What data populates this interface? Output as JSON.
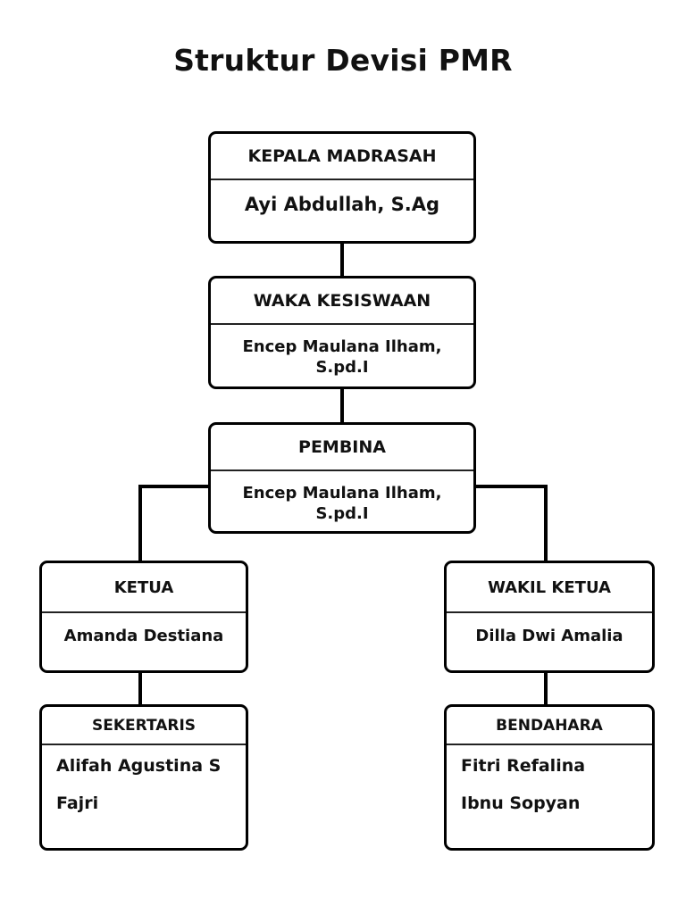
{
  "page": {
    "title": "Struktur Devisi PMR",
    "background_color": "#ffffff",
    "line_color": "#000000",
    "text_color": "#111111"
  },
  "chart_data": {
    "type": "diagram",
    "diagram_type": "organization-chart",
    "title": "Struktur Devisi PMR",
    "nodes": [
      {
        "id": "kepala-madrasah",
        "role": "KEPALA MADRASAH",
        "names": [
          "Ayi Abdullah, S.Ag"
        ],
        "level": 1
      },
      {
        "id": "waka-kesiswaan",
        "role": "WAKA KESISWAAN",
        "names": [
          "Encep Maulana Ilham, S.pd.I"
        ],
        "level": 2
      },
      {
        "id": "pembina",
        "role": "PEMBINA",
        "names": [
          "Encep Maulana Ilham, S.pd.I"
        ],
        "level": 3
      },
      {
        "id": "ketua",
        "role": "KETUA",
        "names": [
          "Amanda Destiana"
        ],
        "level": 4
      },
      {
        "id": "wakil-ketua",
        "role": "WAKIL KETUA",
        "names": [
          "Dilla Dwi Amalia"
        ],
        "level": 4
      },
      {
        "id": "sekertaris",
        "role": "SEKERTARIS",
        "names": [
          "Alifah Agustina S",
          "Fajri"
        ],
        "level": 5
      },
      {
        "id": "bendahara",
        "role": "BENDAHARA",
        "names": [
          "Fitri Refalina",
          "Ibnu Sopyan"
        ],
        "level": 5
      }
    ],
    "edges": [
      {
        "from": "kepala-madrasah",
        "to": "waka-kesiswaan"
      },
      {
        "from": "waka-kesiswaan",
        "to": "pembina"
      },
      {
        "from": "pembina",
        "to": "ketua"
      },
      {
        "from": "pembina",
        "to": "wakil-ketua"
      },
      {
        "from": "ketua",
        "to": "sekertaris"
      },
      {
        "from": "wakil-ketua",
        "to": "bendahara"
      }
    ]
  }
}
